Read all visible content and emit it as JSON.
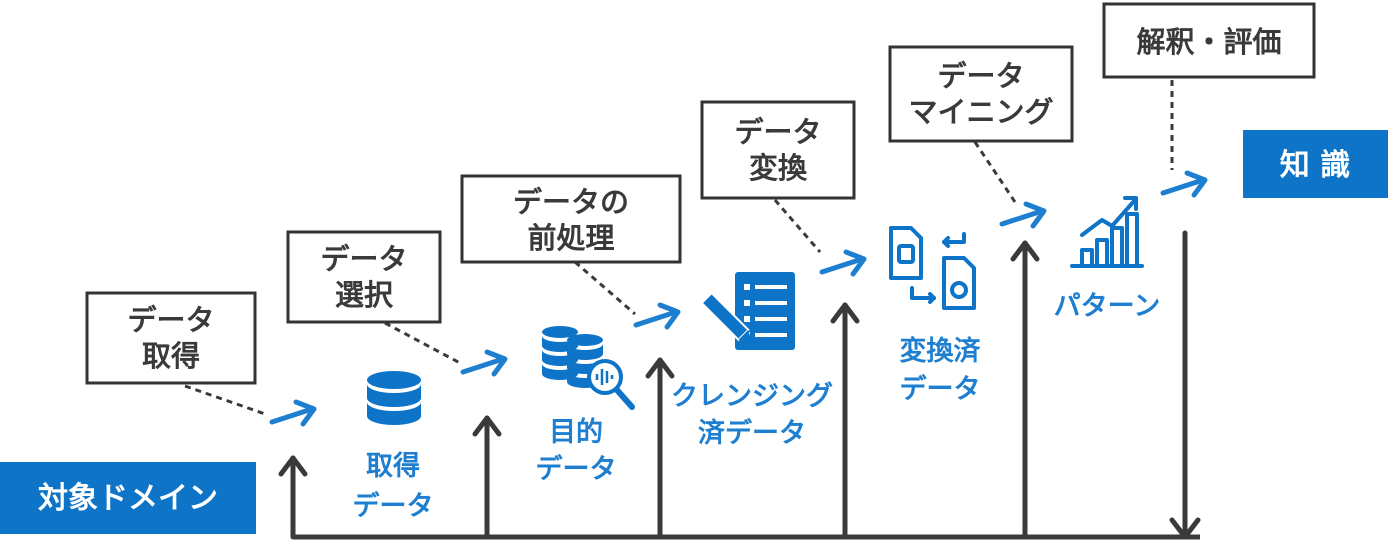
{
  "colors": {
    "accent_blue": "#0e74c8",
    "icon_blue": "#1e7fd0",
    "dark": "#3a3a3a",
    "box_border": "#333333"
  },
  "start_label": "対象ドメイン",
  "end_label": "知 識",
  "steps": [
    {
      "line1": "データ",
      "line2": "取得"
    },
    {
      "line1": "データ",
      "line2": "選択"
    },
    {
      "line1": "データの",
      "line2": "前処理"
    },
    {
      "line1": "データ",
      "line2": "変換"
    },
    {
      "line1": "データ",
      "line2": "マイニング"
    },
    {
      "line1": "解釈・評価",
      "line2": ""
    }
  ],
  "data_items": [
    {
      "line1": "取得",
      "line2": "データ",
      "icon": "database-icon"
    },
    {
      "line1": "目的",
      "line2": "データ",
      "icon": "database-search-icon"
    },
    {
      "line1": "クレンジング",
      "line2": "済データ",
      "icon": "checklist-pen-icon"
    },
    {
      "line1": "変換済",
      "line2": "データ",
      "icon": "file-convert-icon"
    },
    {
      "line1": "パターン",
      "line2": "",
      "icon": "growth-chart-icon"
    }
  ]
}
